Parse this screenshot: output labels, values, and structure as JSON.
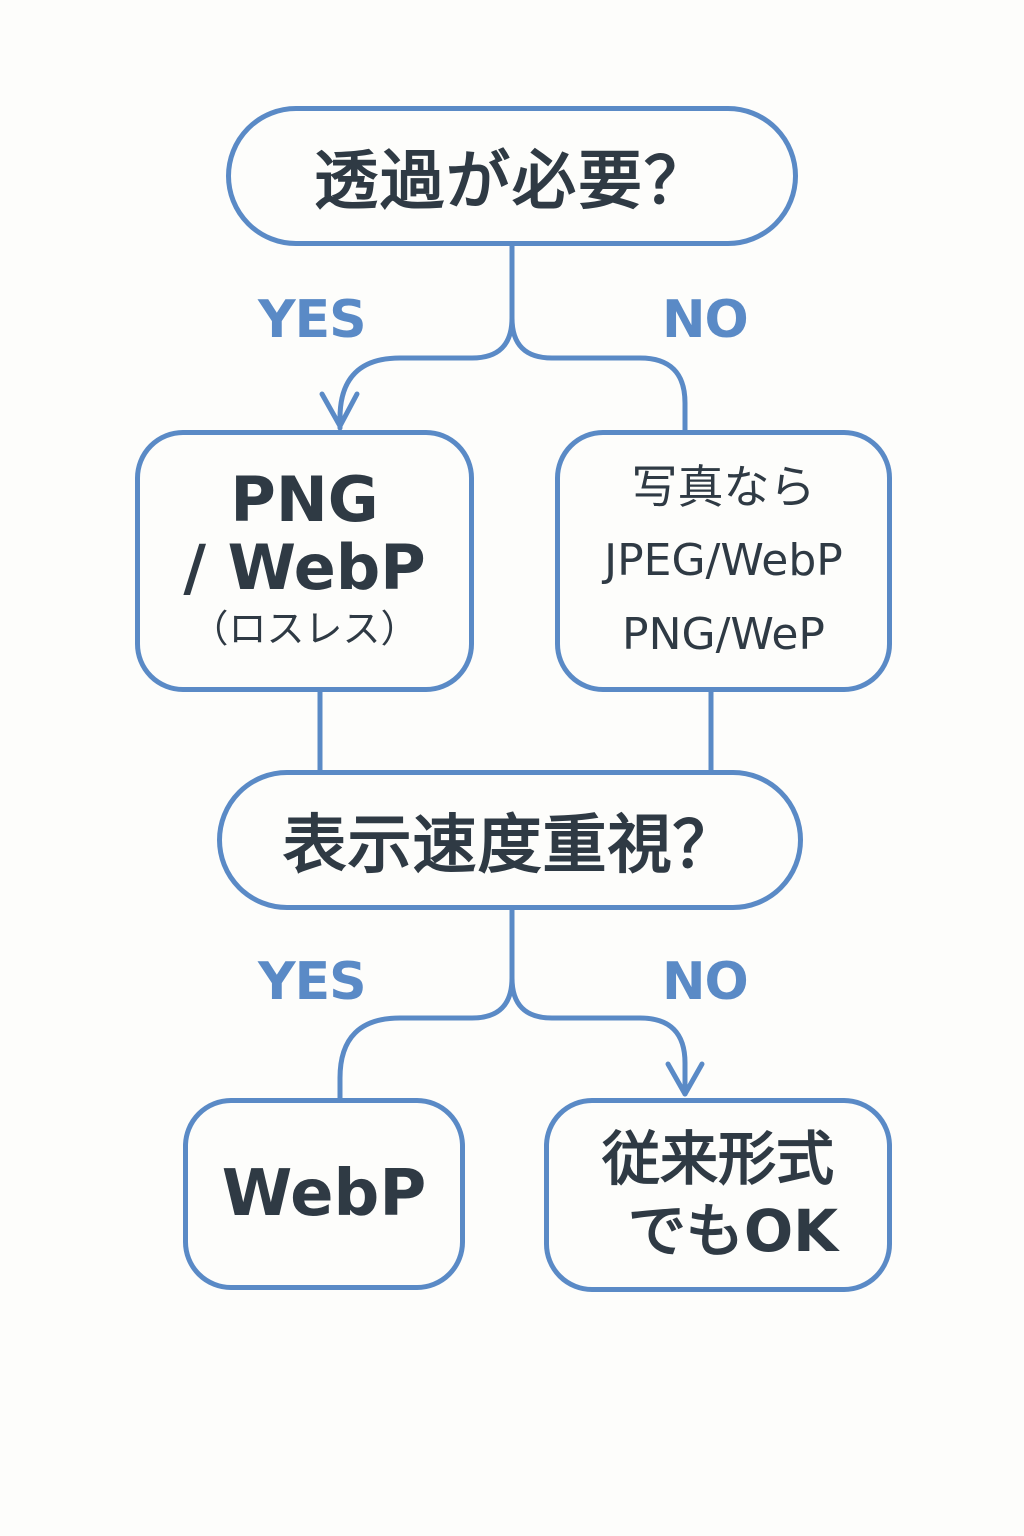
{
  "colors": {
    "stroke": "#5a8ac6",
    "text": "#2f3a44",
    "background": "#fdfdfb",
    "label": "#5a8ac6"
  },
  "nodes": {
    "decision_transparency": {
      "text": "透過が必要？"
    },
    "result_png_webp": {
      "lines": [
        "PNG",
        "/ WebP",
        "（ロスレス）"
      ]
    },
    "result_photo": {
      "lines": [
        "写真なら",
        "JPEG/WebP",
        "PNG/WeP"
      ]
    },
    "decision_speed": {
      "text": "表示速度重視？"
    },
    "result_webp": {
      "text": "WebP"
    },
    "result_legacy": {
      "lines": [
        "従来形式",
        "でもOK"
      ]
    }
  },
  "branches": {
    "transparency_yes": "YES",
    "transparency_no": "NO",
    "speed_yes": "YES",
    "speed_no": "NO"
  },
  "edges": [
    {
      "from": "decision_transparency",
      "to": "result_png_webp",
      "label": "YES",
      "arrow": true
    },
    {
      "from": "decision_transparency",
      "to": "result_photo",
      "label": "NO",
      "arrow": false
    },
    {
      "from": "result_png_webp",
      "to": "decision_speed",
      "arrow": false
    },
    {
      "from": "result_photo",
      "to": "decision_speed",
      "arrow": false
    },
    {
      "from": "decision_speed",
      "to": "result_webp",
      "label": "YES",
      "arrow": false
    },
    {
      "from": "decision_speed",
      "to": "result_legacy",
      "label": "NO",
      "arrow": true
    }
  ]
}
